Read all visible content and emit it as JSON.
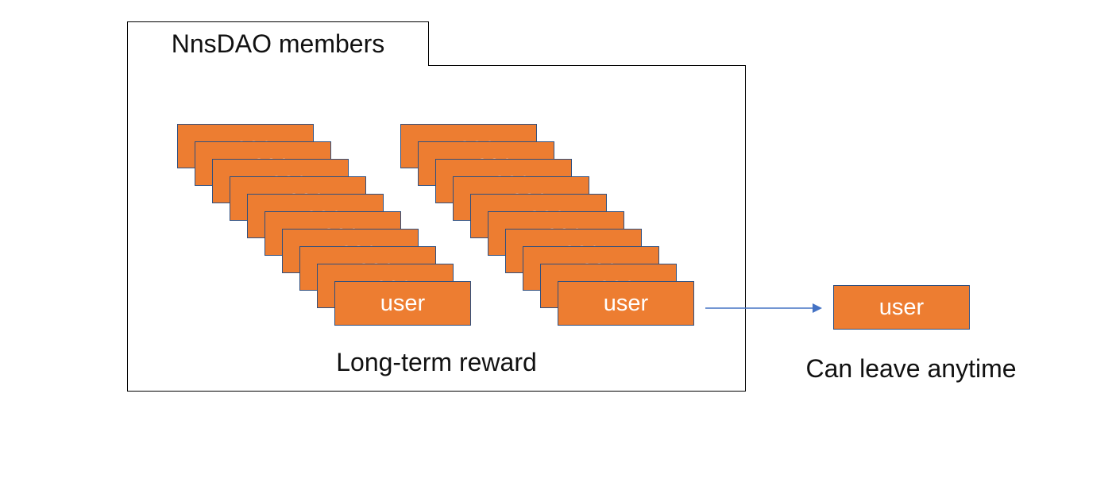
{
  "group": {
    "title": "NnsDAO members",
    "caption": "Long-term reward"
  },
  "stacks": [
    {
      "card_label": "user",
      "count": 10
    },
    {
      "card_label": "user",
      "count": 10
    }
  ],
  "exit": {
    "card_label": "user",
    "caption": "Can leave anytime"
  },
  "colors": {
    "card_fill": "#ED7D31",
    "card_border": "#2F4F7F",
    "arrow": "#4472C4"
  }
}
